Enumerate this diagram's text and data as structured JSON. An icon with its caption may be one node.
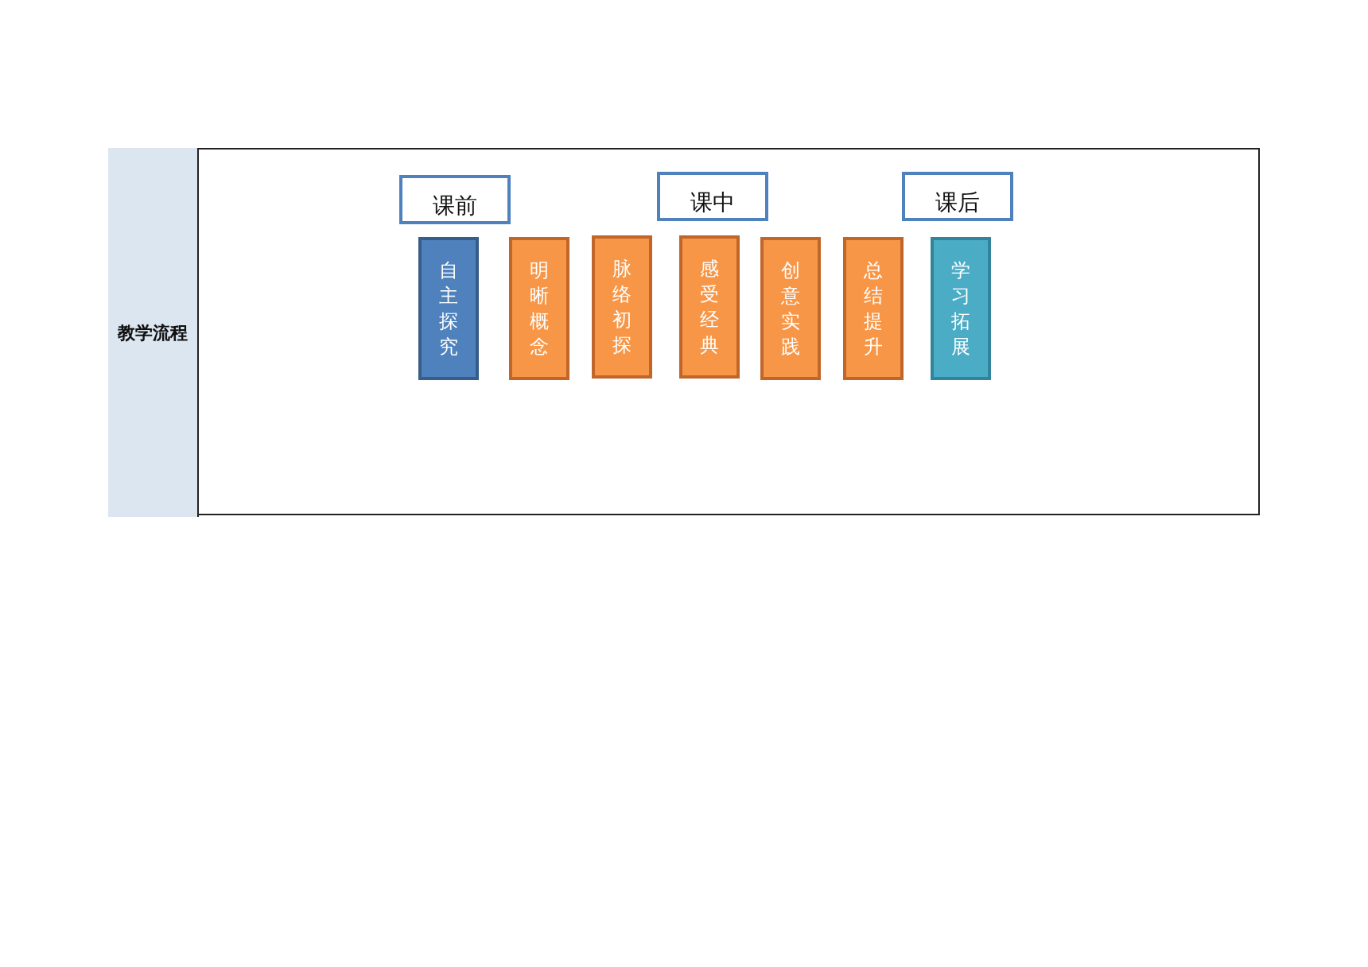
{
  "diagram": {
    "nodes": [
      {
        "text": [
          "教学流程"
        ]
      },
      {
        "text": [
          "课前"
        ]
      },
      {
        "text": [
          "课中"
        ]
      },
      {
        "text": [
          "课后"
        ]
      },
      {
        "text": [
          "自主探究"
        ]
      },
      {
        "text": [
          "明晰概念"
        ]
      },
      {
        "text": [
          "脉络初探"
        ]
      },
      {
        "text": [
          "感受经典"
        ]
      },
      {
        "text": [
          "创意实践"
        ]
      },
      {
        "text": [
          "总结提升"
        ]
      },
      {
        "text": [
          "学习拓展"
        ]
      }
    ],
    "edges": []
  }
}
